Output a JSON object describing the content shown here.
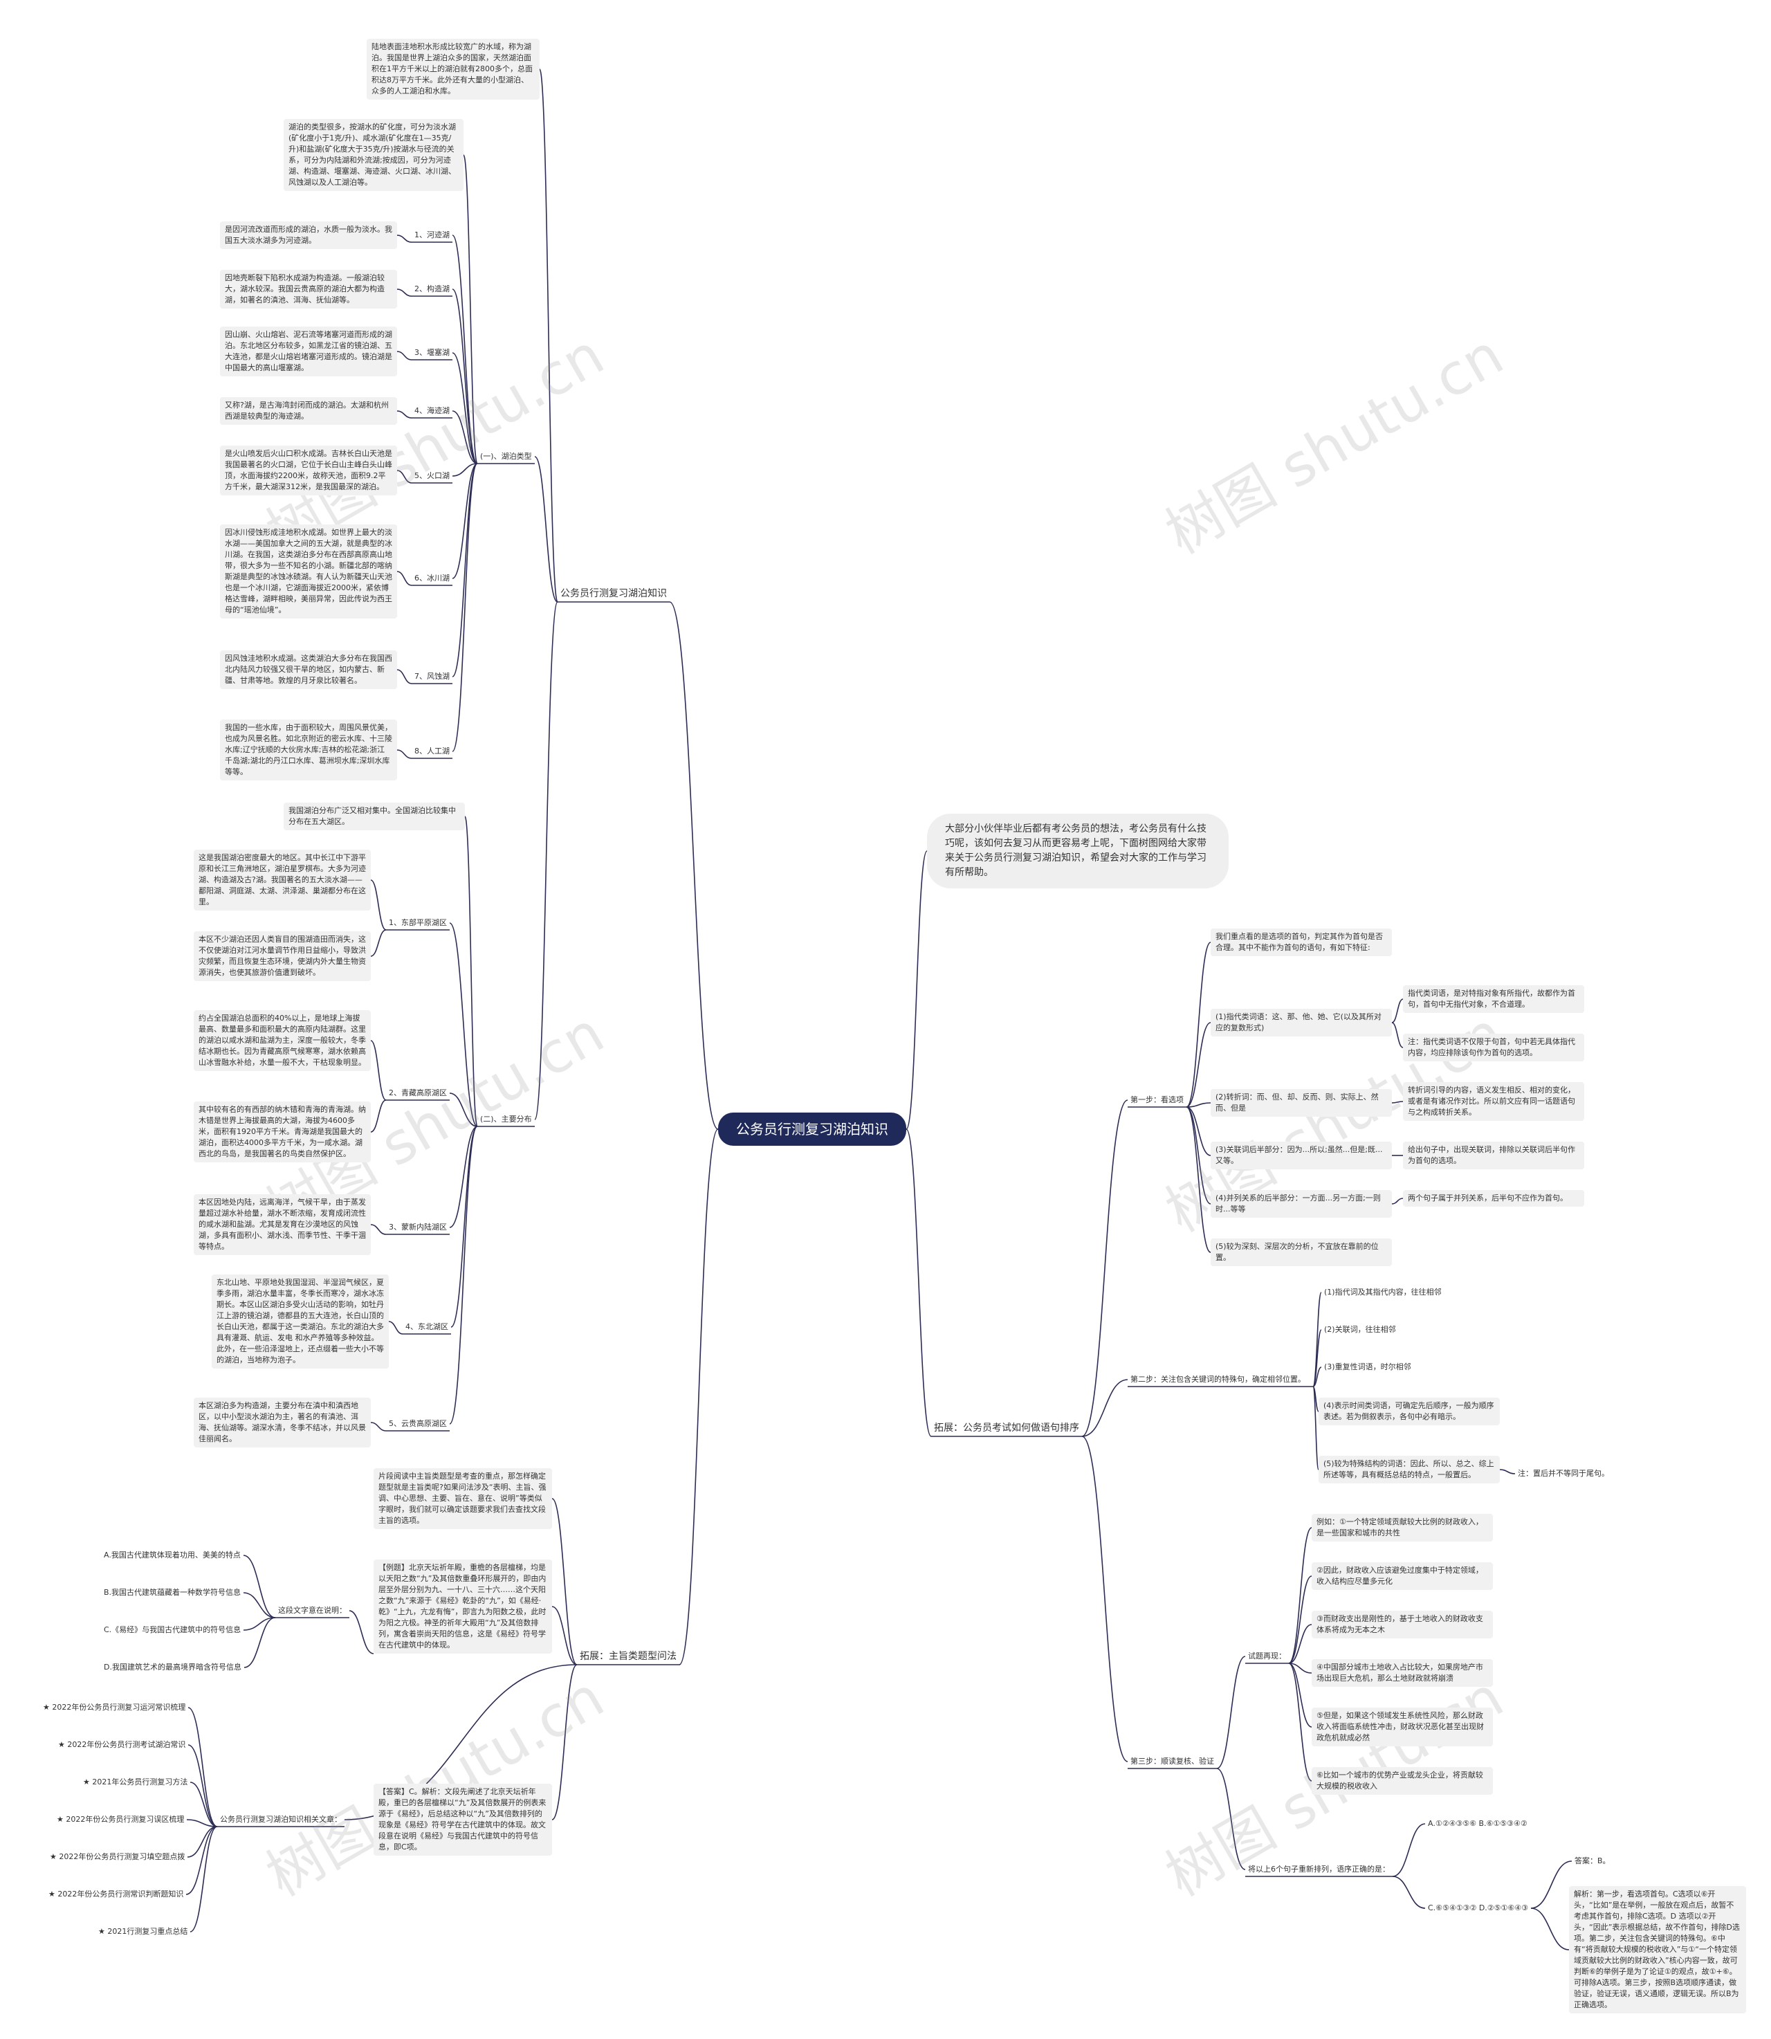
{
  "root": "公务员行测复习湖泊知识",
  "intro": "大部分小伙伴毕业后都有考公务员的想法，考公务员有什么技巧呢，该如何去复习从而更容易考上呢，下面树图网给大家带来关于公务员行测复习湖泊知识，希望会对大家的工作与学习有所帮助。",
  "watermark": "树图 shutu.cn",
  "left": {
    "lake_knowledge": {
      "label": "公务员行测复习湖泊知识",
      "definition": "陆地表面洼地积水形成比较宽广的水域，称为湖泊。我国是世界上湖泊众多的国家，天然湖泊面积在1平方千米以上的湖泊就有2800多个，总面积达8万平方千米。此外还有大量的小型湖泊、众多的人工湖泊和水库。",
      "types": {
        "label": "(一)、湖泊类型",
        "intro": "湖泊的类型很多，按湖水的矿化度，可分为淡水湖(矿化度小于1克/升)、咸水湖(矿化度在1—35克/升)和盐湖(矿化度大于35克/升)按湖水与径流的关系，可分为内陆湖和外流湖;按成因，可分为河迹湖、构造湖、堰塞湖、海迹湖、火口湖、冰川湖、风蚀湖以及人工湖泊等。",
        "items": [
          {
            "label": "1、河迹湖",
            "text": "是因河流改道而形成的湖泊，水质一般为淡水。我国五大淡水湖多为河迹湖。"
          },
          {
            "label": "2、构造湖",
            "text": "因地壳断裂下陷积水成湖为构造湖。一般湖泊较大，湖水较深。我国云贵高原的湖泊大都为构造湖，如著名的滇池、洱海、抚仙湖等。"
          },
          {
            "label": "3、堰塞湖",
            "text": "因山崩、火山熔岩、泥石流等堵塞河道而形成的湖泊。东北地区分布较多，如黑龙江省的镜泊湖、五大连池，都是火山熔岩堵塞河道形成的。镜泊湖是中国最大的高山堰塞湖。"
          },
          {
            "label": "4、海迹湖",
            "text": "又称?湖，是古海湾封闭而成的湖泊。太湖和杭州西湖是较典型的海迹湖。"
          },
          {
            "label": "5、火口湖",
            "text": "是火山喷发后火山口积水成湖。吉林长白山天池是我国最著名的火口湖，它位于长白山主峰白头山峰顶，水面海拔约2200米，故称天池，面积9.2平方千米，最大湖深312米，是我国最深的湖泊。"
          },
          {
            "label": "6、冰川湖",
            "text": "因冰川侵蚀形成洼地积水成湖。如世界上最大的淡水湖——美国加拿大之间的五大湖，就是典型的冰川湖。在我国，这类湖泊多分布在西部高原高山地带，很大多为一些不知名的小湖。新疆北部的喀纳斯湖是典型的冰蚀冰碛湖。有人认为新疆天山天池 也是一个冰川湖，它湖面海拔近2000米，紧依博格达雪峰，湖畔相映，美丽异常，因此传说为西王母的“瑶池仙境”。"
          },
          {
            "label": "7、风蚀湖",
            "text": "因风蚀洼地积水成湖。这类湖泊大多分布在我国西北内陆风力较强又很干旱的地区，如内蒙古、新疆、甘肃等地。敦煌的月牙泉比较著名。"
          },
          {
            "label": "8、人工湖",
            "text": "我国的一些水库，由于面积较大，周围风景优美，也成为风景名胜。如北京附近的密云水库、十三陵水库;辽宁抚顺的大伙房水库;吉林的松花湖;浙江千岛湖;湖北的丹江口水库、葛洲坝水库;深圳水库等等。"
          }
        ]
      },
      "distribution": {
        "label": "(二)、主要分布",
        "intro": "我国湖泊分布广泛又相对集中。全国湖泊比较集中分布在五大湖区。",
        "regions": [
          {
            "label": "1、东部平原湖区",
            "texts": [
              "这是我国湖泊密度最大的地区。其中长江中下游平原和长江三角洲地区，湖泊星罗棋布。大多为河迹湖、构造湖及古?湖。我国著名的五大淡水湖——鄱阳湖、洞庭湖、太湖、洪泽湖、巢湖都分布在这里。",
              "本区不少湖泊还因人类盲目的围湖造田而消失，这不仅使湖泊对江河水量调节作用日益缩小，导致洪灾频繁，而且恢复生态环境，使湖内外大量生物资源消失，也使其旅游价值遭到破坏。"
            ]
          },
          {
            "label": "2、青藏高原湖区",
            "texts": [
              "约占全国湖泊总面积的40%以上，是地球上海拔最高、数量最多和面积最大的高原内陆湖群。这里的湖泊以咸水湖和盐湖为主，深度一般较大，冬季结冰期也长。因为青藏高原气候寒寒，湖水依赖高山冰雪融水补给，水量一般不大，干枯现象明显。",
              "其中较有名的有西部的纳木错和青海的青海湖。纳木错是世界上海拔最高的大湖，海拔为4600多米，面积有1920平方千米。青海湖是我国最大的湖泊，面积达4000多平方千米，为一咸水湖。湖西北的鸟岛，是我国著名的鸟类自然保护区。"
            ]
          },
          {
            "label": "3、蒙新内陆湖区",
            "texts": [
              "本区因地处内陆，远离海洋，气候干旱，由于蒸发量超过湖水补给量，湖水不断浓缩，发育成闭流性的咸水湖和盐湖。尤其是发育在沙漠地区的风蚀湖，多具有面积小、湖水浅、而季节性、干季干涸等特点。"
            ]
          },
          {
            "label": "4、东北湖区",
            "texts": [
              "东北山地、平原地处我国湿润、半湿润气候区，夏季多雨，湖泊水量丰富，冬季长而寒冷，湖水冰冻期长。本区山区湖泊多受火山活动的影响，如牡丹江上游的镜泊湖，德都县的五大连池，长白山顶的长白山天池，都属于这一类湖泊。东北的湖泊大多具有灌溉、航运、发电 和水产养殖等多种效益。此外，在一些沿泽湿地上，还点缀着一些大小不等的湖泊，当地称为泡子。"
            ]
          },
          {
            "label": "5、云贵高原湖区",
            "texts": [
              "本区湖泊多为构造湖，主要分布在滇中和滇西地区，以中小型淡水湖泊为主，著名的有滇池、洱海、抚仙湖等。湖深水清，冬季不结冰，并以风景佳丽闻名。"
            ]
          }
        ]
      }
    },
    "main_idea": {
      "label": "拓展：主旨类题型问法",
      "p1": "片段阅读中主旨类题型是考查的重点，那怎样确定题型就是主旨类呢?如果问法涉及“表明、主旨、强调、中心思想、主要、旨在、意在、说明”等类似字眼时，我们就可以确定该题要求我们去查找文段主旨的选项。",
      "p2": "【例题】北京天坛祈年殿，重檐的各层檀梯，均是以天阳之数“九”及其倍数重叠环形展开的，即由内层至外层分别为九、一十八、三十六……这个天阳之数“九”来源于《易经》乾卦的“九”，如《易经·乾》“上九，亢龙有悔”，即言九为阳数之极，此时为阳之亢极。神圣的祈年大殿用“九”及其倍数排列，寓含着崇尚天阳的信息，这是《易经》符号学在古代建筑中的体现。",
      "question": "这段文字意在说明：",
      "options": [
        "A.我国古代建筑体现着功用、美美的特点",
        "B.我国古代建筑蕴藏着一种数学符号信息",
        "C.《易经》与我国古代建筑中的符号信息",
        "D.我国建筑艺术的最高境界暗含符号信息"
      ],
      "answer": "【答案】C。解析：文段先阐述了北京天坛祈年殿，重已的各层檀梯以“九”及其倍数展开的例表来源于《易经》，后总结这种以“九”及其倍数排列的现象是《易经》符号学在古代建筑中的体现。故文段意在说明《易经》与我国古代建筑中的符号信息，即C项。",
      "related": {
        "label": "公务员行测复习湖泊知识相关文章：",
        "items": [
          "★ 2022年份公务员行测复习运河常识梳理",
          "★ 2022年份公务员行测考试湖泊常识",
          "★ 2021年公务员行测复习方法",
          "★ 2022年份公务员行测复习误区梳理",
          "★ 2022年份公务员行测复习填空题点拨",
          "★ 2022年份公务员行测常识判断题知识",
          "★ 2021行测复习重点总结"
        ]
      }
    }
  },
  "right": {
    "sentence": {
      "label": "拓展：公务员考试如何做语句排序",
      "step1": {
        "label": "第一步：看选项",
        "intro": "我们重点看的是选项的首句，判定其作为首句是否合理。其中不能作为首句的语句，有如下特征:",
        "items": [
          {
            "text": "(1)指代类词语：这、那、他、她、它(以及其所对应的复数形式)",
            "notes": [
              "指代类词语，是对特指对象有所指代，故都作为首句，首句中无指代对象，不合道理。",
              "注：指代类词语不仅限于句首，句中若无具体指代内容，均应排除该句作为首句的选项。"
            ]
          },
          {
            "text": "(2)转折词：而、但、却、反而、则、实际上、然而、但是",
            "notes": [
              "转折词引导的内容，语义发生相反、相对的变化，或者是有诸况作对比。所以前文应有同一话题语句与之构成转折关系。"
            ]
          },
          {
            "text": "(3)关联词后半部分：因为...所以;虽然...但是;既...又等。",
            "notes": [
              "给出句子中，出现关联词，排除以关联词后半句作为首句的选项。"
            ]
          },
          {
            "text": "(4)并列关系的后半部分：一方面...另一方面;一则时...等等",
            "notes": [
              "两个句子属于并列关系，后半句不应作为首句。"
            ]
          },
          {
            "text": "(5)较为深刻、深层次的分析，不宜放在靠前的位置。",
            "notes": []
          }
        ]
      },
      "step2": {
        "label": "第二步：关注包含关键词的特殊句，确定相邻位置。",
        "items": [
          "(1)指代词及其指代内容，往往相邻",
          "(2)关联词，往往相邻",
          "(3)重复性词语，时尔相邻",
          "(4)表示时间类词语，可确定先后顺序，一般为顺序表述。若为倒叙表示，各句中必有暗示。",
          "(5)较为特殊结构的词语：因此、所以、总之、综上所述等等，具有概括总结的特点，一般置后。"
        ],
        "note": "注：置后并不等同于尾句。"
      },
      "step3": {
        "label": "第三步：顺读复核、验证",
        "try_label": "试题再现：",
        "sentences": [
          "例如：①一个特定领域贡献较大比例的财政收入，是一些国家和城市的共性",
          "②因此，财政收入应该避免过度集中于特定领域，收入结构应尽量多元化",
          "③而财政支出是刚性的，基于土地收入的财政收支体系将成为无本之木",
          "④中国部分城市土地收入占比较大，如果房地产市场出现巨大危机，那么土地财政就将崩溃",
          "⑤但是，如果这个领域发生系统性风险，那么财政收入将面临系统性冲击，财政状况恶化甚至出现财政危机就成必然",
          "⑥比如一个城市的优势产业或龙头企业，将贡献较大规模的税收收入"
        ],
        "question": "将以上6个句子重新排列，语序正确的是：",
        "opt_ab": "A.①②④③⑤⑥ B.⑥①⑤③④②",
        "opt_cd": "C.⑥⑤④①③② D.②⑤①⑥④③",
        "answer": "答案：B。",
        "analysis": "解析：第一步，看选项首句。C选项以⑥开头，“比如”是在举例，一般放在观点后，故暂不考虑其作首句，排除C选项。D 选项以②开头，“因此”表示根据总结，故不作首句，排除D选项。第二步，关注包含关键词的特殊句。⑥中有“将贡献较大规模的税收收入”与①“一个特定领域贡献较大比例的财政收入”核心内容一致，故可判断⑥的举例子是为了论证①的观点，故①+⑥。可排除A选项。第三步，按照B选项顺序通读，做验证，验证无误，语义通顺，逻辑无误。所以B为正确选项。"
      }
    }
  }
}
